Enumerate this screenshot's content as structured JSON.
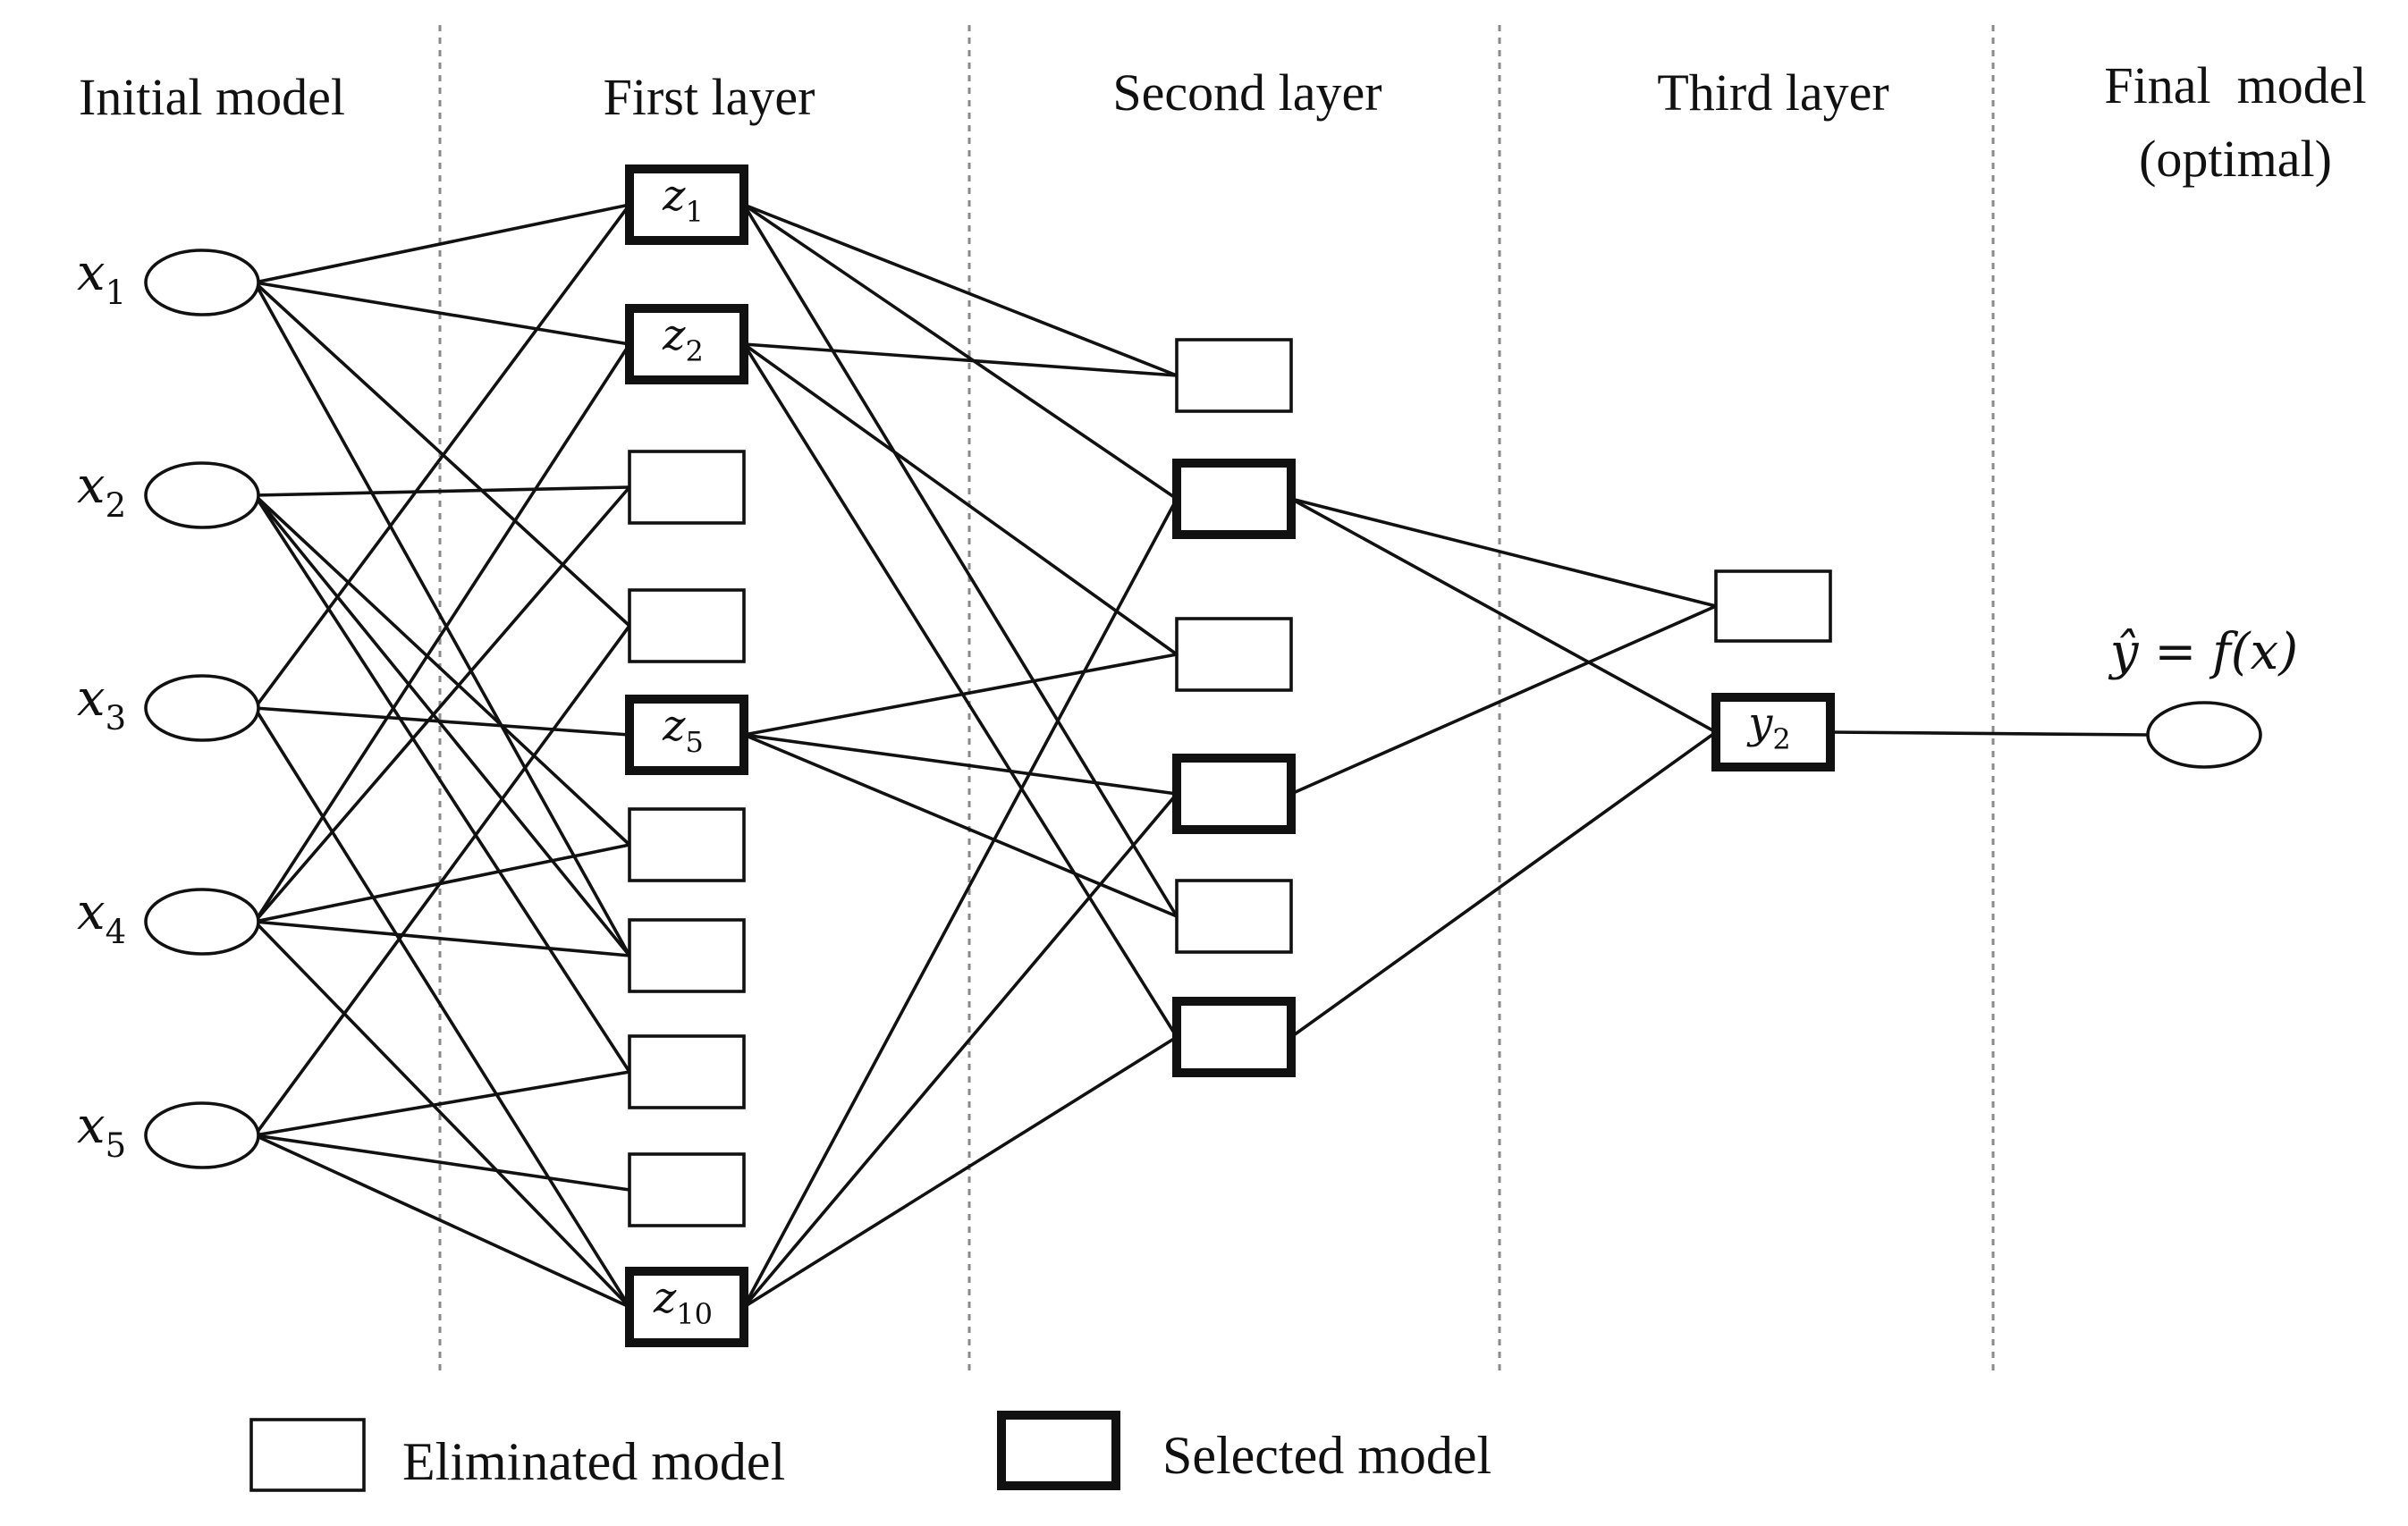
{
  "columns": [
    {
      "id": "initial",
      "title": "Initial model"
    },
    {
      "id": "first",
      "title": "First layer"
    },
    {
      "id": "second",
      "title": "Second layer"
    },
    {
      "id": "third",
      "title": "Third layer"
    },
    {
      "id": "final",
      "title": "Final  model",
      "subtitle": "(optimal)"
    }
  ],
  "inputs": [
    {
      "var": "x",
      "sub": "1"
    },
    {
      "var": "x",
      "sub": "2"
    },
    {
      "var": "x",
      "sub": "3"
    },
    {
      "var": "x",
      "sub": "4"
    },
    {
      "var": "x",
      "sub": "5"
    }
  ],
  "first_layer": [
    {
      "selected": true,
      "var": "z",
      "sub": "1"
    },
    {
      "selected": true,
      "var": "z",
      "sub": "2"
    },
    {
      "selected": false
    },
    {
      "selected": false
    },
    {
      "selected": true,
      "var": "z",
      "sub": "5"
    },
    {
      "selected": false
    },
    {
      "selected": false
    },
    {
      "selected": false
    },
    {
      "selected": false
    },
    {
      "selected": true,
      "var": "z",
      "sub": "10"
    }
  ],
  "second_layer": [
    {
      "selected": false
    },
    {
      "selected": true
    },
    {
      "selected": false
    },
    {
      "selected": true
    },
    {
      "selected": false
    },
    {
      "selected": true
    }
  ],
  "third_layer": [
    {
      "selected": false
    },
    {
      "selected": true,
      "var": "y",
      "sub": "2"
    }
  ],
  "output": {
    "label": "ŷ = f(x)"
  },
  "edges": {
    "input_to_first": [
      [
        0,
        0
      ],
      [
        0,
        1
      ],
      [
        0,
        3
      ],
      [
        0,
        6
      ],
      [
        1,
        2
      ],
      [
        1,
        5
      ],
      [
        1,
        6
      ],
      [
        1,
        7
      ],
      [
        2,
        0
      ],
      [
        2,
        4
      ],
      [
        2,
        9
      ],
      [
        3,
        1
      ],
      [
        3,
        2
      ],
      [
        3,
        5
      ],
      [
        3,
        6
      ],
      [
        3,
        9
      ],
      [
        4,
        3
      ],
      [
        4,
        7
      ],
      [
        4,
        8
      ],
      [
        4,
        9
      ]
    ],
    "first_to_second": [
      [
        0,
        0
      ],
      [
        0,
        1
      ],
      [
        0,
        4
      ],
      [
        1,
        0
      ],
      [
        1,
        2
      ],
      [
        1,
        5
      ],
      [
        4,
        2
      ],
      [
        4,
        3
      ],
      [
        4,
        4
      ],
      [
        9,
        1
      ],
      [
        9,
        3
      ],
      [
        9,
        5
      ]
    ],
    "second_to_third": [
      [
        1,
        0
      ],
      [
        1,
        1
      ],
      [
        3,
        0
      ],
      [
        5,
        1
      ]
    ],
    "third_to_output": [
      [
        1,
        0
      ]
    ]
  },
  "legend": {
    "eliminated": "Eliminated model",
    "selected": "Selected model"
  }
}
